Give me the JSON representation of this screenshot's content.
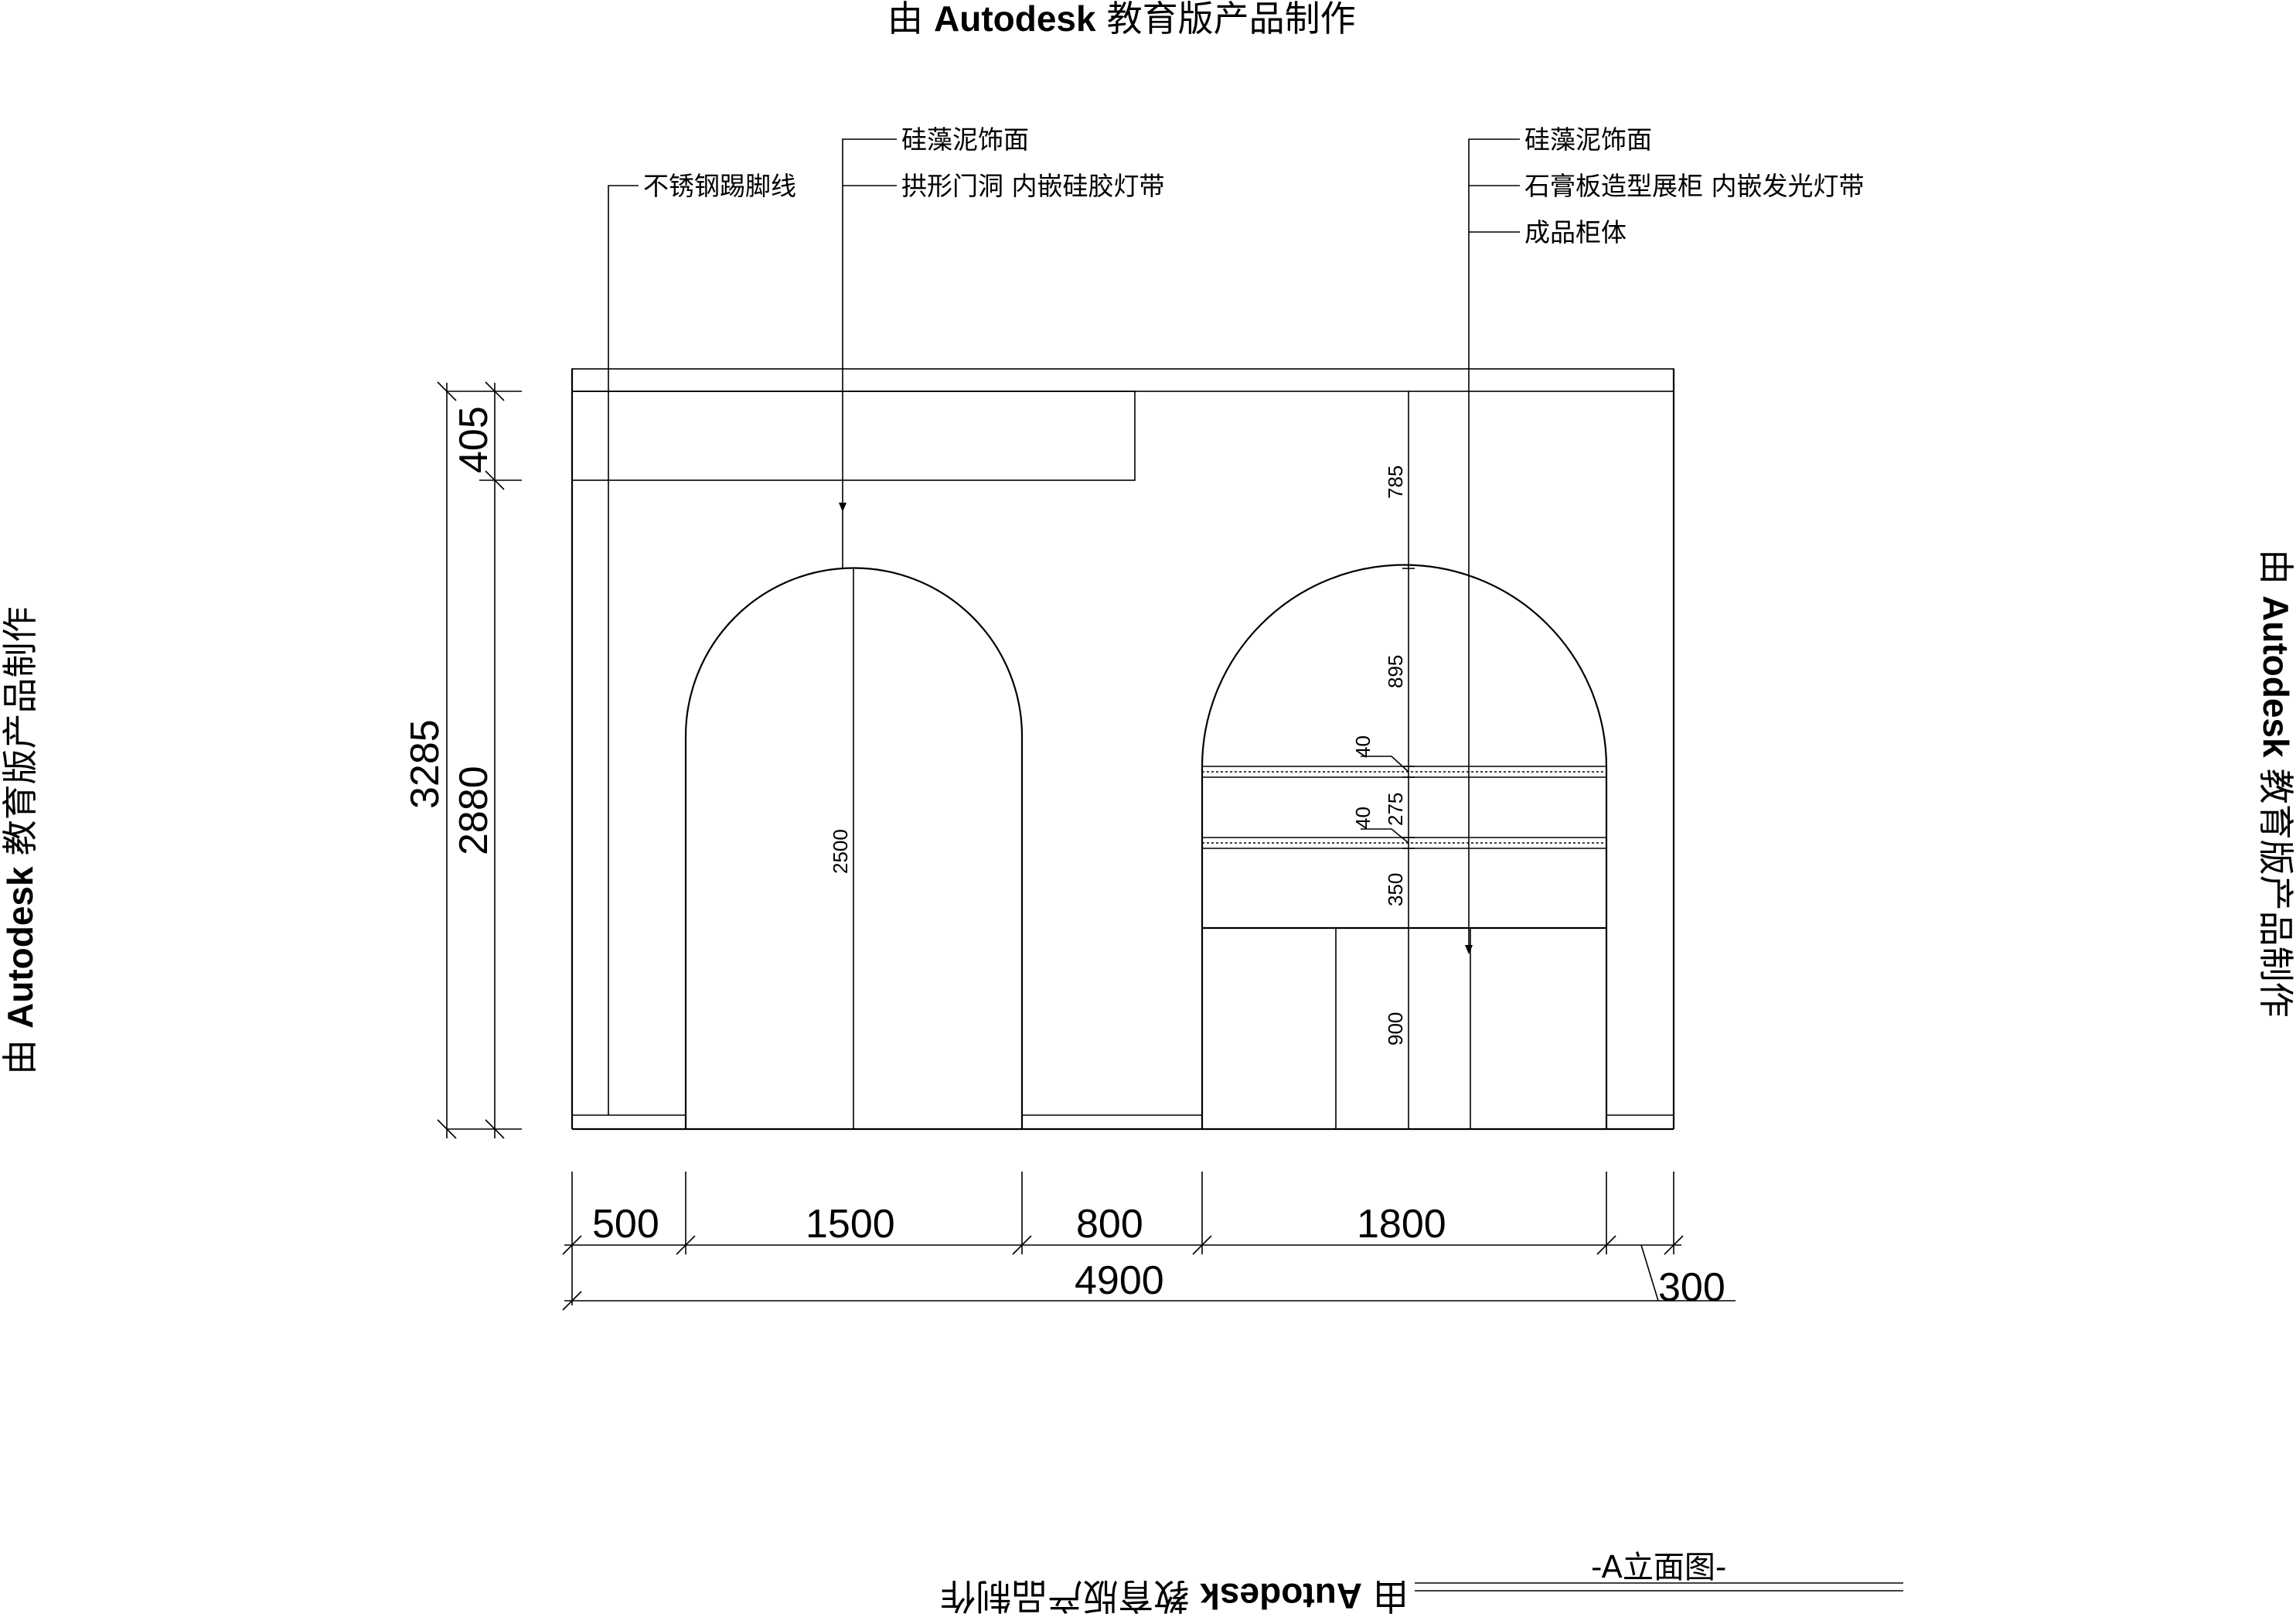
{
  "watermark": {
    "prefix": "由",
    "brand": "Autodesk",
    "suffix": "教育版产品制作"
  },
  "title": "-A立面图-",
  "annotations": {
    "left_1": "不锈钢踢脚线",
    "left_2": "硅藻泥饰面",
    "left_3": "拱形门洞 内嵌硅胶灯带",
    "right_1": "硅藻泥饰面",
    "right_2": "石膏板造型展柜 内嵌发光灯带",
    "right_3": "成品柜体"
  },
  "dimensions": {
    "total_height": "3285",
    "ceiling_drop": "405",
    "room_height": "2880",
    "arch_height": "2500",
    "w_left": "500",
    "w_arch": "1500",
    "w_mid": "800",
    "w_cabinet": "1800",
    "w_right": "300",
    "w_total": "4900",
    "cab_top": "785",
    "cab_arch": "895",
    "cab_shelf1": "40",
    "cab_gap1": "275",
    "cab_shelf2": "40",
    "cab_gap2": "350",
    "cab_base": "900"
  }
}
